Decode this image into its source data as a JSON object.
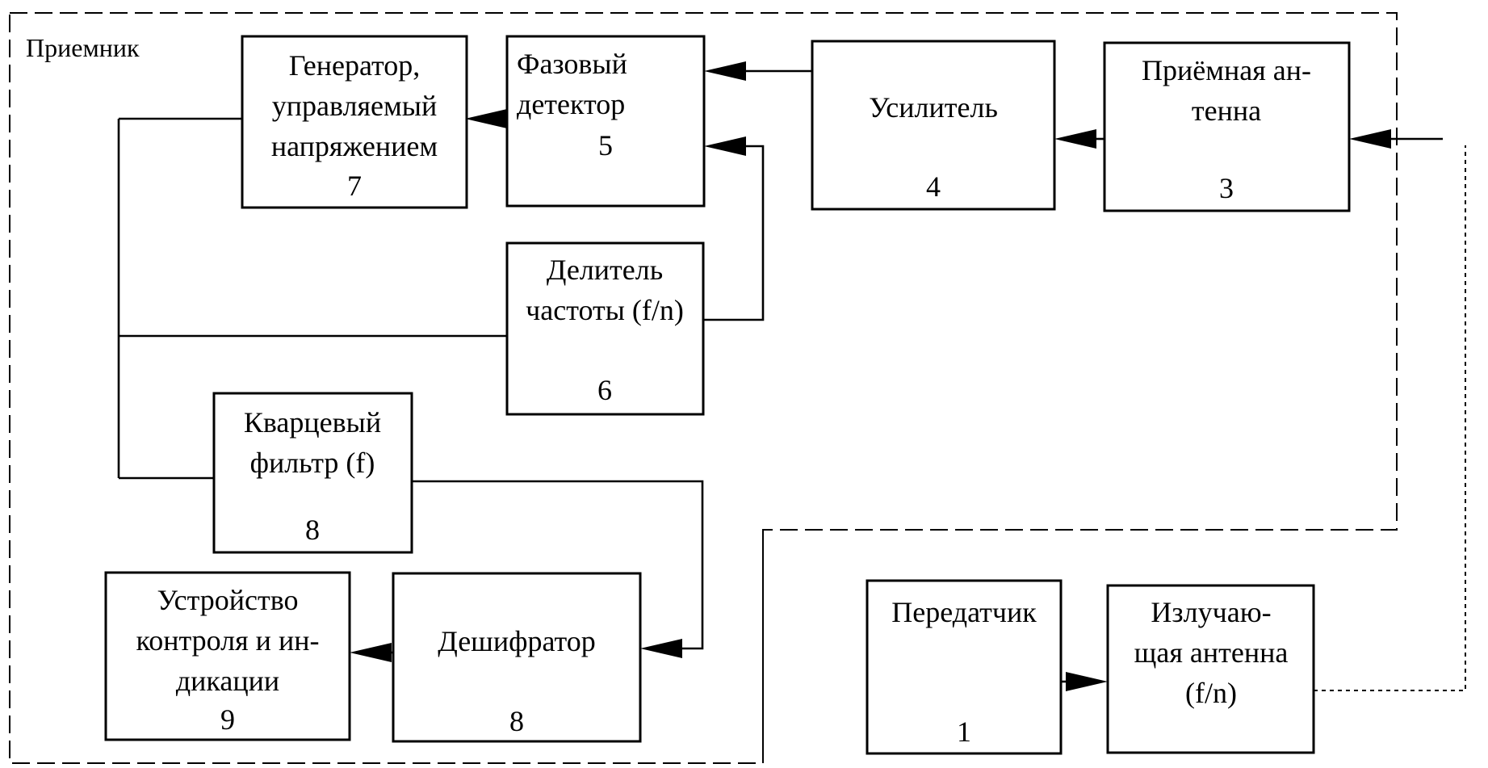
{
  "regions": {
    "receiver_label": "Приемник"
  },
  "blocks": {
    "vco": {
      "lines": [
        "Генератор,",
        "управляемый",
        "напряжением"
      ],
      "number": "7"
    },
    "phase": {
      "lines": [
        "Фазовый",
        "детектор"
      ],
      "number": "5"
    },
    "amp": {
      "lines": [
        "Усилитель"
      ],
      "number": "4"
    },
    "rx_antenna": {
      "lines": [
        "Приёмная ан-",
        "тенна"
      ],
      "number": "3"
    },
    "divider": {
      "lines": [
        "Делитель",
        "частоты (f/n)"
      ],
      "number": "6"
    },
    "quartz": {
      "lines": [
        "Кварцевый",
        "фильтр (f)"
      ],
      "number": "8"
    },
    "indicator": {
      "lines": [
        "Устройство",
        "контроля и ин-",
        "дикации"
      ],
      "number": "9"
    },
    "decoder": {
      "lines": [
        "Дешифратор"
      ],
      "number": "8"
    },
    "transmitter": {
      "lines": [
        "Передатчик"
      ],
      "number": "1"
    },
    "tx_antenna": {
      "lines": [
        "Излучаю-",
        "щая антенна",
        "(f/n)"
      ],
      "number": ""
    }
  }
}
